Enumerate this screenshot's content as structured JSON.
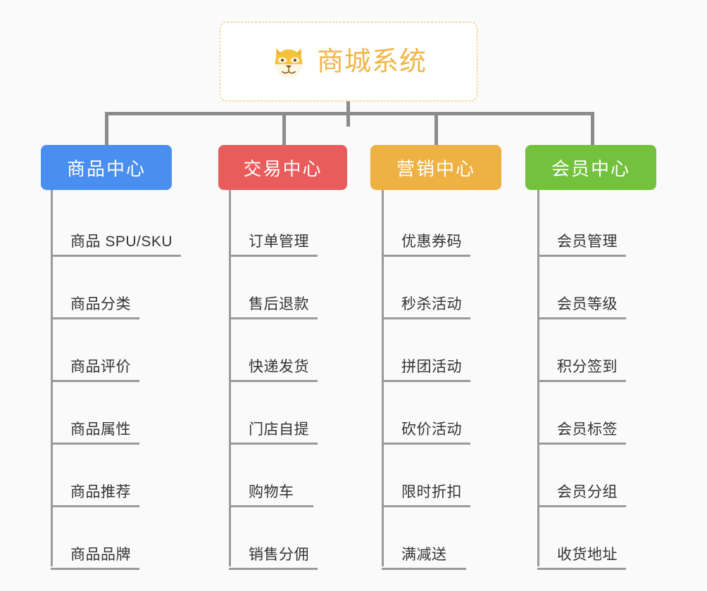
{
  "page": {
    "background_color": "#fafafa",
    "type": "mind-map"
  },
  "root": {
    "icon": "shiba-dog-emoji",
    "title": "商城系统",
    "text_color": "#f0b64a",
    "border_color": "#f0b954",
    "background_color": "#ffffff"
  },
  "connector_color": "#8c8c8c",
  "branch_line_color": "#9a9a9a",
  "columns": [
    {
      "header": "商品中心",
      "color": "#4a8ef0",
      "items": [
        "商品 SPU/SKU",
        "商品分类",
        "商品评价",
        "商品属性",
        "商品推荐",
        "商品品牌"
      ]
    },
    {
      "header": "交易中心",
      "color": "#e85c5c",
      "items": [
        "订单管理",
        "售后退款",
        "快递发货",
        "门店自提",
        "购物车",
        "销售分佣"
      ]
    },
    {
      "header": "营销中心",
      "color": "#eeb143",
      "items": [
        "优惠券码",
        "秒杀活动",
        "拼团活动",
        "砍价活动",
        "限时折扣",
        "满减送"
      ]
    },
    {
      "header": "会员中心",
      "color": "#73c13d",
      "items": [
        "会员管理",
        "会员等级",
        "积分签到",
        "会员标签",
        "会员分组",
        "收货地址"
      ]
    }
  ]
}
